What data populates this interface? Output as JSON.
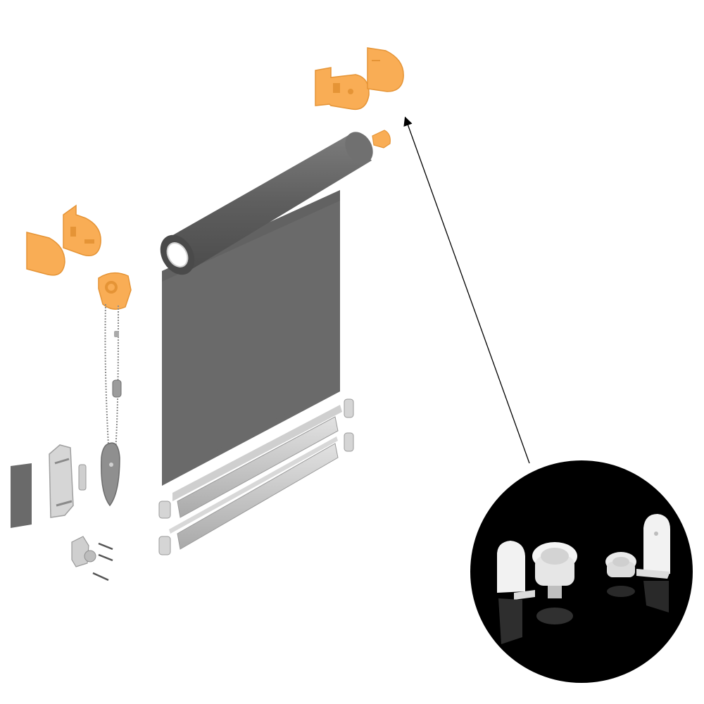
{
  "colors": {
    "background": "#ffffff",
    "accent_orange": "#f9ad55",
    "orange_shadow": "#e59436",
    "blind_fabric": "#6a6a6a",
    "tube_dark": "#5b5b5b",
    "tube_light": "#7a7a7a",
    "metal_grey": "#bfbfbf",
    "rail_light": "#cfcfcf",
    "inset_background": "#000000",
    "inset_parts": "#f2f2f2",
    "arrow": "#000000"
  },
  "parts": {
    "left_end_cap": "orange-end-cap",
    "left_bracket": "orange-mounting-bracket",
    "chain_clutch": "orange-chain-clutch",
    "right_bracket": "orange-mounting-bracket",
    "right_end_cap": "orange-end-cap",
    "idle_end_plug": "orange-idle-plug",
    "roller_tube": "roller-tube",
    "fabric": "blind-fabric",
    "bottom_rails": "weight-bar",
    "bead_chain": "bead-chain",
    "chain_weight": "chain-weight",
    "chain_tensioner": "chain-tensioner",
    "wall_plate": "wall-plate"
  },
  "inset": {
    "items": [
      "end-cap",
      "clutch-gear",
      "idle-plug",
      "l-bracket"
    ]
  }
}
